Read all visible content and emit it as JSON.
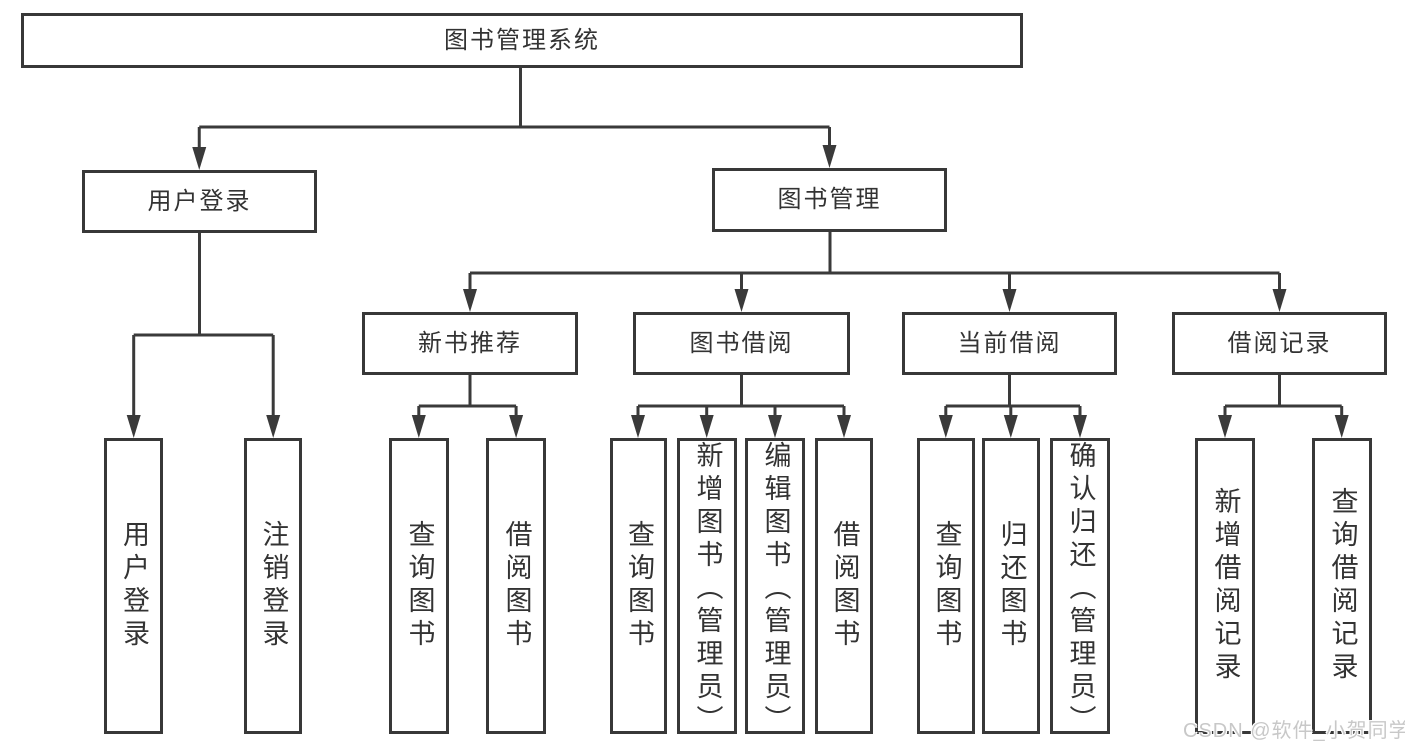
{
  "colors": {
    "line": "#3a3a3a",
    "box_border": "#383838",
    "text": "#333333",
    "watermark": "#c8c8c8",
    "background": "#ffffff"
  },
  "watermark": "CSDN @软件_小贺同学",
  "diagram": {
    "root": {
      "label": "图书管理系统",
      "children": [
        {
          "label": "用户登录",
          "children": [
            {
              "label": "用户登录"
            },
            {
              "label": "注销登录"
            }
          ]
        },
        {
          "label": "图书管理",
          "children": [
            {
              "label": "新书推荐",
              "children": [
                {
                  "label": "查询图书"
                },
                {
                  "label": "借阅图书"
                }
              ]
            },
            {
              "label": "图书借阅",
              "children": [
                {
                  "label": "查询图书"
                },
                {
                  "label": "新增图书（管理员）"
                },
                {
                  "label": "编辑图书（管理员）"
                },
                {
                  "label": "借阅图书"
                }
              ]
            },
            {
              "label": "当前借阅",
              "children": [
                {
                  "label": "查询图书"
                },
                {
                  "label": "归还图书"
                },
                {
                  "label": "确认归还（管理员）"
                }
              ]
            },
            {
              "label": "借阅记录",
              "children": [
                {
                  "label": "新增借阅记录"
                },
                {
                  "label": "查询借阅记录"
                }
              ]
            }
          ]
        }
      ]
    }
  }
}
